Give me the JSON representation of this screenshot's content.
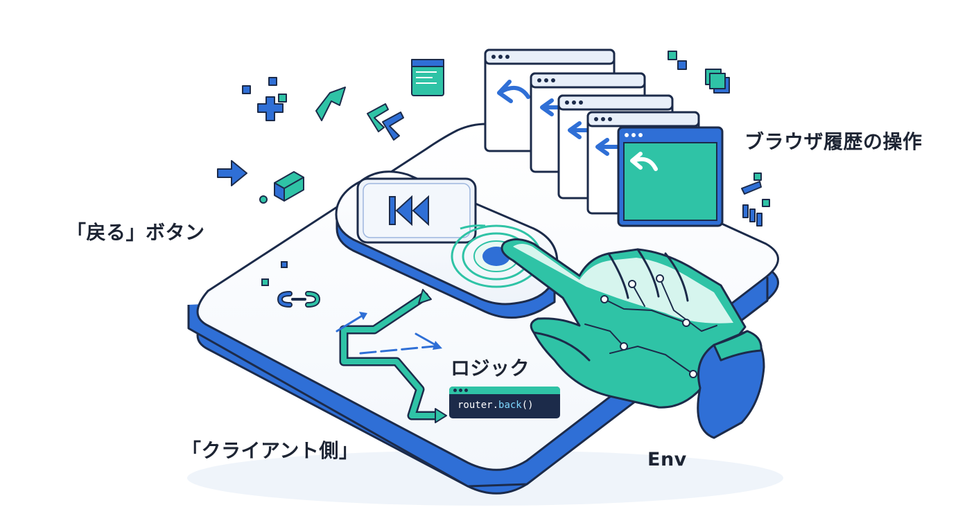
{
  "labels": {
    "browser_history": "ブラウザ履歴の操作",
    "back_button": "「戻る」ボタン",
    "logic": "ロジック",
    "client_side": "「クライアント側」",
    "env": "Env"
  },
  "code": {
    "object": "router",
    "dot": ".",
    "method": "back",
    "parens": "()"
  },
  "colors": {
    "primary_blue": "#2f6fd6",
    "teal": "#2fc3a6",
    "outline": "#1c2b4a",
    "panel_light": "#eef3fa"
  },
  "icons": [
    "rewind-icon",
    "back-arrow-icon",
    "pointing-hand-icon",
    "link-icon",
    "cursor-arrow-icon",
    "chevron-icon",
    "cube-icon",
    "window-icon"
  ]
}
